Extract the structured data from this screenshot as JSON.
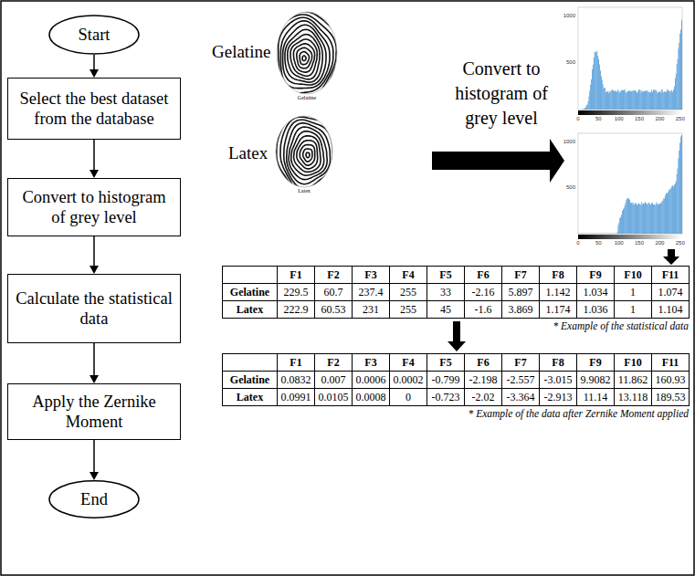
{
  "diagram": {
    "nodes": [
      {
        "text": [
          "Start"
        ]
      },
      {
        "text": [
          "Select the best dataset from the database"
        ]
      },
      {
        "text": [
          "Convert to histogram of grey level"
        ]
      },
      {
        "text": [
          "Calculate the statistical data"
        ]
      },
      {
        "text": [
          "Apply the Zernike Moment"
        ]
      },
      {
        "text": [
          "End"
        ]
      }
    ],
    "edges": [
      {
        "from": 0,
        "to": 1,
        "arrow": "to"
      },
      {
        "from": 1,
        "to": 2,
        "arrow": "to"
      },
      {
        "from": 2,
        "to": 3,
        "arrow": "to"
      },
      {
        "from": 3,
        "to": 4,
        "arrow": "to"
      },
      {
        "from": 4,
        "to": 5,
        "arrow": "to"
      }
    ],
    "labels": [
      "Gelatine",
      "Gelatine",
      "Latex",
      "Latex",
      "Convert to histogram of grey level",
      "1000",
      "500",
      "0",
      "50",
      "100",
      "150",
      "200",
      "250",
      "1000",
      "500",
      "0",
      "50",
      "100",
      "150",
      "200",
      "250",
      "F1",
      "F2",
      "F3",
      "F4",
      "F5",
      "F6",
      "F7",
      "F8",
      "F9",
      "F10",
      "F11",
      "Gelatine",
      "229.5",
      "60.7",
      "237.4",
      "255",
      "33",
      "-2.16",
      "5.897",
      "1.142",
      "1.034",
      "1",
      "1.074",
      "Latex",
      "222.9",
      "60.53",
      "231",
      "255",
      "45",
      "-1.6",
      "3.869",
      "1.174",
      "1.036",
      "1",
      "1.104",
      "* Example of the statistical data",
      "F1",
      "F2",
      "F3",
      "F4",
      "F5",
      "F6",
      "F7",
      "F8",
      "F9",
      "F10",
      "F11",
      "Gelatine",
      "0.0832",
      "0.007",
      "0.0006",
      "0.0002",
      "-0.799",
      "-2.198",
      "-2.557",
      "-3.015",
      "9.9082",
      "11.862",
      "160.93",
      "Latex",
      "0.0991",
      "0.0105",
      "0.0008",
      "0",
      "-0.723",
      "-2.02",
      "-3.364",
      "-2.913",
      "11.14",
      "13.118",
      "189.53",
      "* Example of the data after Zernike Moment applied"
    ]
  }
}
